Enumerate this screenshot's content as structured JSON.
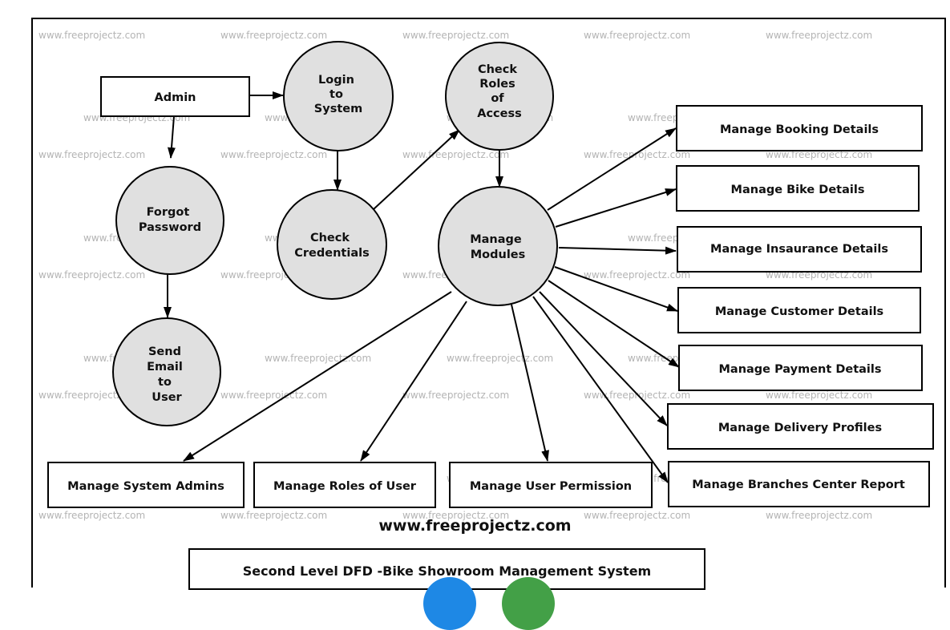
{
  "diagram": {
    "entities": {
      "admin": "Admin"
    },
    "processes": {
      "login": [
        "Login",
        "to",
        "System"
      ],
      "check_roles": [
        "Check",
        "Roles",
        "of",
        "Access"
      ],
      "forgot_password": [
        "Forgot",
        "Password"
      ],
      "check_credentials": [
        "Check",
        "Credentials"
      ],
      "manage_modules": [
        "Manage",
        "Modules"
      ],
      "send_email": [
        "Send",
        "Email",
        "to",
        "User"
      ]
    },
    "modules_right": [
      "Manage Booking Details",
      "Manage Bike Details",
      "Manage Insaurance Details",
      "Manage Customer Details",
      "Manage Payment Details",
      "Manage Delivery Profiles",
      "Manage Branches Center Report"
    ],
    "modules_bottom": [
      "Manage System Admins",
      "Manage Roles of User",
      "Manage User Permission"
    ],
    "watermark": "www.freeprojectz.com"
  },
  "footer": {
    "url": "www.freeprojectz.com",
    "title": "Second Level DFD -Bike Showroom Management System"
  },
  "colors": {
    "process_fill": "#e0e0e0",
    "stroke": "#000000",
    "watermark": "#b4b4b4",
    "badge_blue": "#1e88e5",
    "badge_green": "#43a047"
  }
}
